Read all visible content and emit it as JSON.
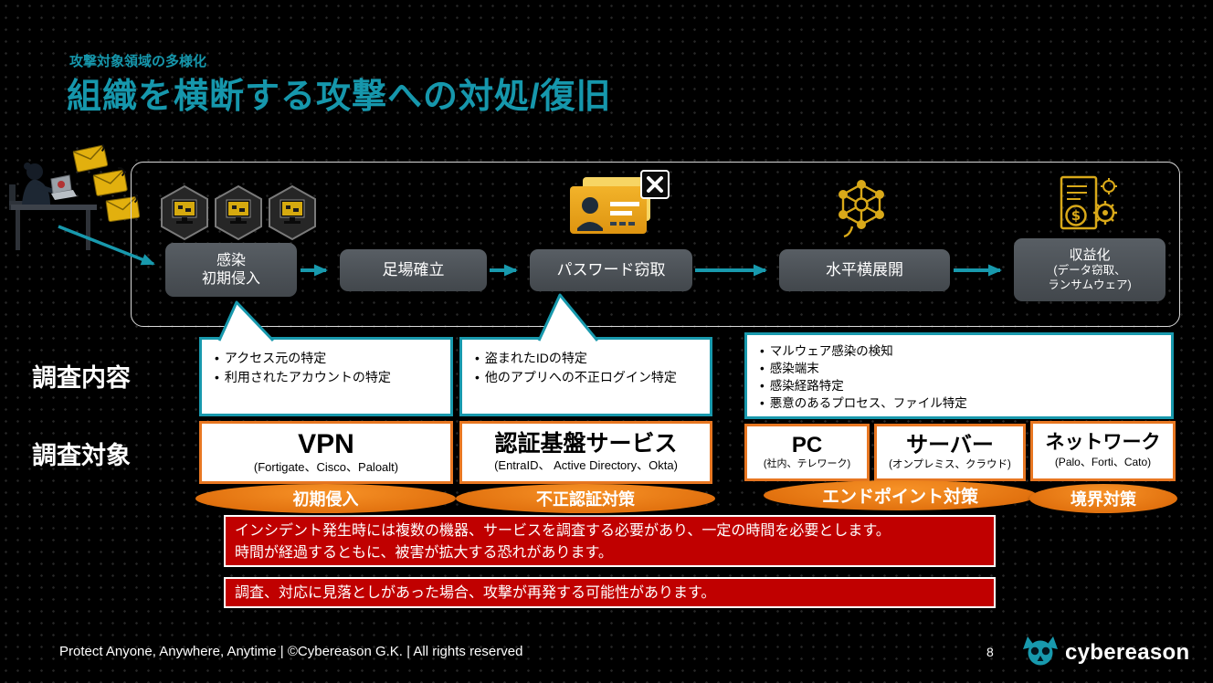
{
  "colors": {
    "accent_teal": "#1697ac",
    "orange": "#e87722",
    "banner_red": "#c00000",
    "icon_yellow": "#d9a919",
    "stage_gray": "#4a5056"
  },
  "header": {
    "kicker": "攻撃対象領域の多様化",
    "title": "組織を横断する攻撃への対処/復旧"
  },
  "flow": {
    "stages": [
      {
        "lines": [
          "感染",
          "初期侵入"
        ]
      },
      {
        "lines": [
          "足場確立"
        ]
      },
      {
        "lines": [
          "パスワード窃取"
        ]
      },
      {
        "lines": [
          "水平横展開"
        ]
      },
      {
        "lines": [
          "収益化",
          "(データ窃取、",
          "ランサムウェア)"
        ]
      }
    ],
    "icons": [
      "attacker-at-desk",
      "phishing-emails",
      "infected-host-hexagons",
      "credential-card-with-close",
      "network-nodes",
      "document-gear-dollar"
    ]
  },
  "rows": {
    "content_label": "調査内容",
    "target_label": "調査対象"
  },
  "investigation": [
    {
      "bullets": [
        "アクセス元の特定",
        "利用されたアカウントの特定"
      ]
    },
    {
      "bullets": [
        "盗まれたIDの特定",
        "他のアプリへの不正ログイン特定"
      ]
    },
    {
      "bullets": [
        "マルウェア感染の検知",
        "感染端末",
        "感染経路特定",
        "悪意のあるプロセス、ファイル特定"
      ]
    }
  ],
  "targets": [
    {
      "name": "VPN",
      "detail": "(Fortigate、Cisco、Paloalt)"
    },
    {
      "name": "認証基盤サービス",
      "detail": "(EntraID、 Active Directory、Okta)"
    },
    {
      "name": "PC",
      "detail": "(社内、テレワーク)"
    },
    {
      "name": "サーバー",
      "detail": "(オンプレミス、クラウド)"
    },
    {
      "name": "ネットワーク",
      "detail": "(Palo、Forti、Cato)"
    }
  ],
  "capsules": [
    "初期侵入",
    "不正認証対策",
    "エンドポイント対策",
    "境界対策"
  ],
  "banners": [
    {
      "lines": [
        "インシデント発生時には複数の機器、サービスを調査する必要があり、一定の時間を必要とします。",
        "時間が経過するともに、被害が拡大する恐れがあります。"
      ]
    },
    {
      "lines": [
        "調査、対応に見落としがあった場合、攻撃が再発する可能性があります。"
      ]
    }
  ],
  "footer": {
    "copyright": "Protect Anyone, Anywhere, Anytime | ©Cybereason G.K. | All rights reserved",
    "page_number": "8",
    "brand": "cybereason"
  }
}
